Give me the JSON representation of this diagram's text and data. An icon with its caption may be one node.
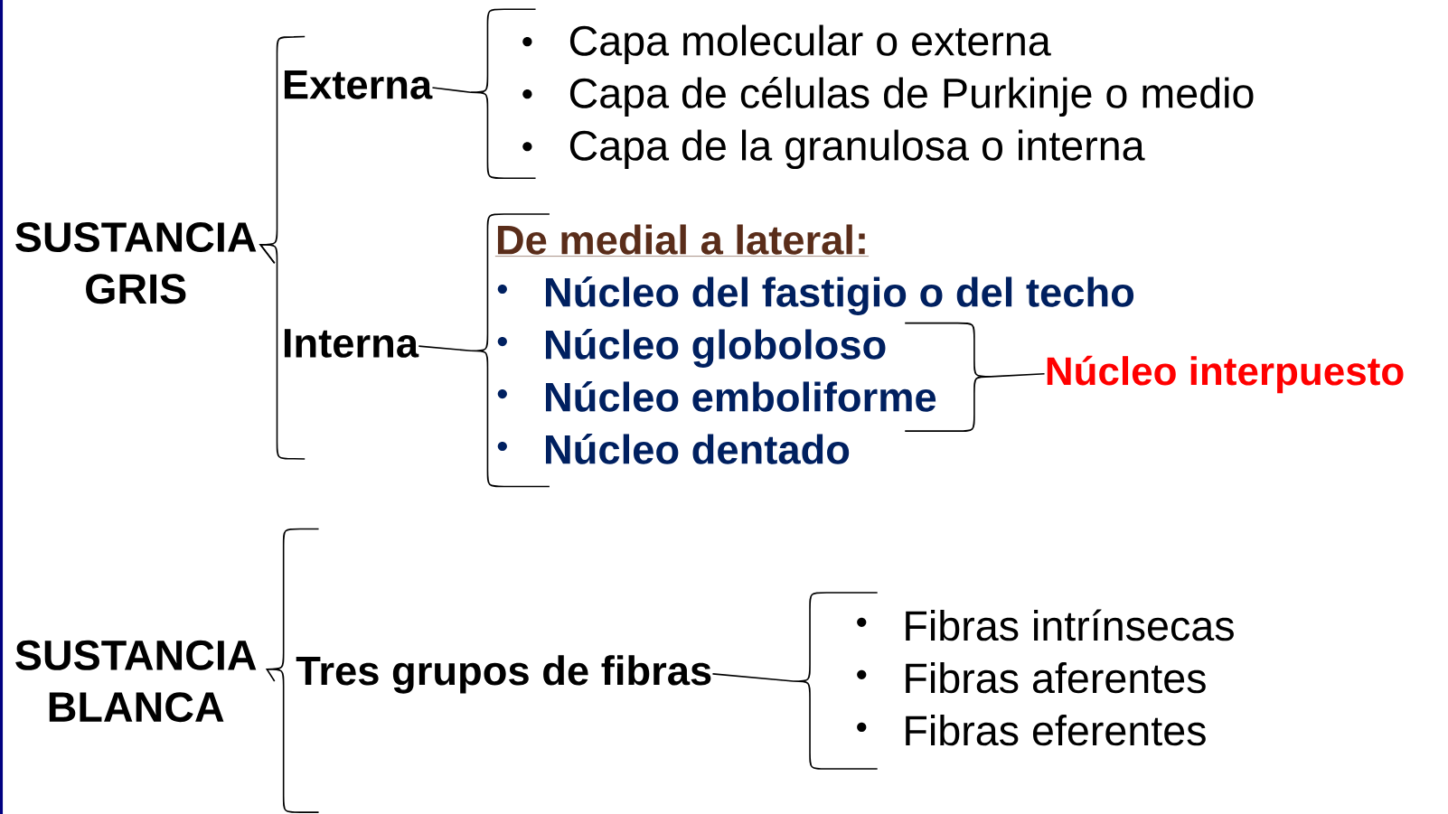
{
  "diagram": {
    "nodes": [
      {
        "text": [
          "SUSTANCIA GRIS"
        ]
      },
      {
        "text": [
          "Externa"
        ]
      },
      {
        "text": [
          "Capa molecular o externa",
          "Capa de células de Purkinje o medio",
          "Capa de la granulosa o interna"
        ]
      },
      {
        "text": [
          "Interna"
        ]
      },
      {
        "text": [
          "De medial a lateral:",
          "Núcleo del fastigio o del techo",
          "Núcleo globoloso",
          "Núcleo emboliforme",
          "Núcleo dentado"
        ]
      },
      {
        "text": [
          "Núcleo interpuesto"
        ]
      },
      {
        "text": [
          "SUSTANCIA BLANCA"
        ]
      },
      {
        "text": [
          "Tres grupos de fibras"
        ]
      },
      {
        "text": [
          "Fibras intrínsecas",
          "Fibras aferentes",
          "Fibras eferentes"
        ]
      }
    ],
    "edges": [
      {
        "from": 0,
        "to": 1,
        "arrow": "none"
      },
      {
        "from": 0,
        "to": 3,
        "arrow": "none"
      },
      {
        "from": 1,
        "to": 2,
        "arrow": "none"
      },
      {
        "from": 3,
        "to": 4,
        "arrow": "none"
      },
      {
        "from": 4,
        "to": 5,
        "arrow": "none"
      },
      {
        "from": 6,
        "to": 7,
        "arrow": "none"
      },
      {
        "from": 7,
        "to": 8,
        "arrow": "none"
      }
    ]
  }
}
